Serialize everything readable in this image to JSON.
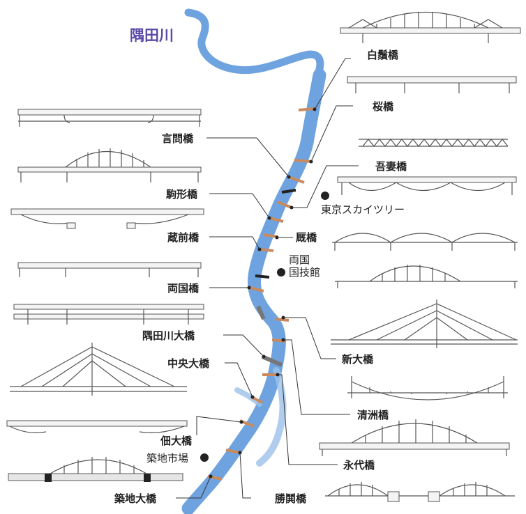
{
  "river": {
    "name": "隅田川"
  },
  "landmarks": {
    "skytree": "東京スカイツリー",
    "kokugikan_line1": "両国",
    "kokugikan_line2": "国技館",
    "market": "築地市場"
  },
  "bridges": {
    "shirahige": "白鬚橋",
    "sakura": "桜橋",
    "kototoi": "言問橋",
    "azuma": "吾妻橋",
    "komagata": "駒形橋",
    "umaya": "厩橋",
    "kuramae": "蔵前橋",
    "ryogoku": "両国橋",
    "shin_ohashi": "新大橋",
    "sumidagawa_ohashi": "隅田川大橋",
    "kiyosu": "清洲橋",
    "chuo_ohashi": "中央大橋",
    "tsukuda_ohashi": "佃大橋",
    "eitai": "永代橋",
    "tsukiji_ohashi": "築地大橋",
    "kachidoki": "勝鬨橋"
  },
  "colors": {
    "river": "#6fa3df",
    "title": "#5b4aa8",
    "bridge_band": "#c98a5e"
  }
}
